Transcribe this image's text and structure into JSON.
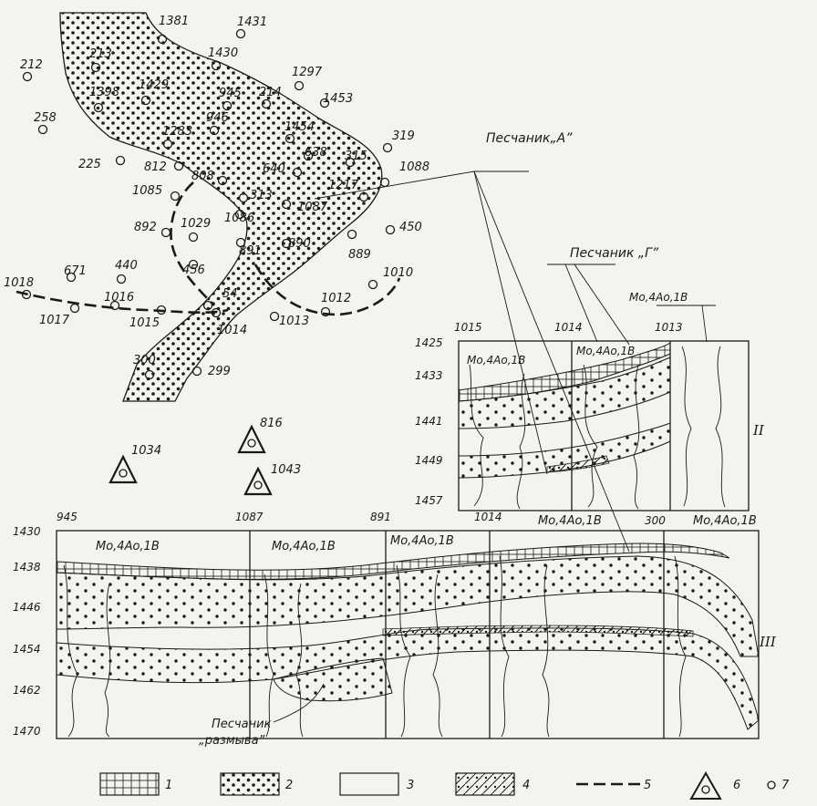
{
  "map": {
    "sandstone_label": "Песчаник„А”",
    "sandstone_g_label": "Песчаник „Г”",
    "wells": [
      "1381",
      "1431",
      "212",
      "213",
      "1430",
      "1297",
      "1398",
      "1429",
      "945",
      "214",
      "1453",
      "258",
      "946",
      "1454",
      "319",
      "1283",
      "638",
      "315",
      "225",
      "812",
      "640",
      "1088",
      "808",
      "1217",
      "1085",
      "313",
      "1087",
      "892",
      "1029",
      "1086",
      "450",
      "891",
      "890",
      "889",
      "440",
      "1018",
      "671",
      "456",
      "1010",
      "1016",
      "54",
      "1012",
      "1017",
      "1015",
      "1014",
      "1013",
      "300",
      "299"
    ],
    "triangle_wells": [
      "816",
      "1034",
      "1043"
    ]
  },
  "section2": {
    "roman": "II",
    "wells": [
      "1015",
      "1014",
      "1013"
    ],
    "depths": [
      "1425",
      "1433",
      "1441",
      "1449",
      "1457"
    ],
    "log_labels": [
      "Mo,4Ao,1B",
      "Mo,4Ao,1B",
      "Mo,4Ao,1B"
    ]
  },
  "section3": {
    "roman": "III",
    "wells": [
      "945",
      "1087",
      "891",
      "1014",
      "300"
    ],
    "depths": [
      "1430",
      "1438",
      "1446",
      "1454",
      "1462",
      "1470"
    ],
    "log_labels": [
      "Mo,4Ao,1B",
      "Mo,4Ao,1B",
      "Mo,4Ao,1B",
      "Mo,4Ao,1B",
      "Mo,4Ao,1B"
    ],
    "erosion_label_1": "Песчаник",
    "erosion_label_2": "„размыва”"
  },
  "legend": {
    "items": [
      "1",
      "2",
      "3",
      "4",
      "5",
      "6",
      "7"
    ]
  }
}
